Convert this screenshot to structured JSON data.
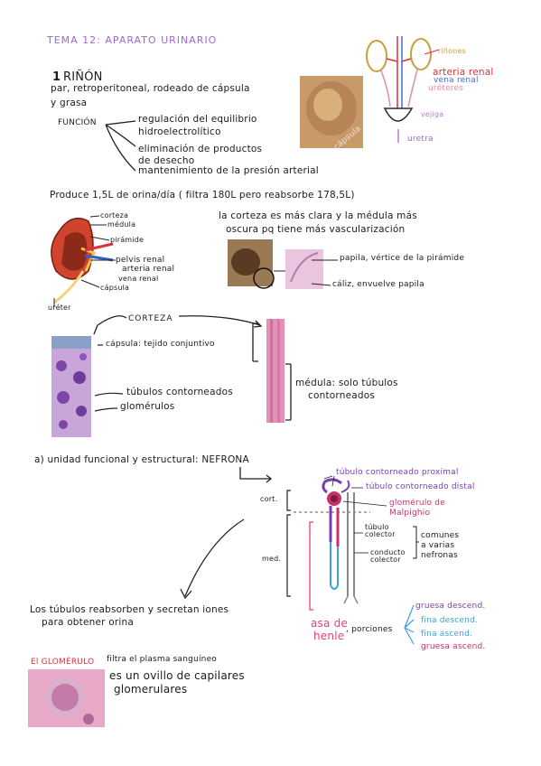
{
  "title": "TEMA 12: APARATO URINARIO",
  "section1": {
    "number": "1",
    "heading": "RIÑÓN",
    "bullet1_line1": "par, retroperitoneal, rodeado de cápsula",
    "bullet1_line2": "y grasa",
    "funcion_label": "FUNCIÓN",
    "func1_line1": "regulación del equilibrio",
    "func1_line2": "hidroelectrolítico",
    "func2_line1": "eliminación de productos",
    "func2_line2": "de desecho",
    "func3": "mantenimiento de la presión arterial",
    "produce": "Produce 1,5L de orina/día  ( filtra 180L pero reabsorbe 178,5L)"
  },
  "urinary_diagram": {
    "rinones": "riñones",
    "arteria_renal": "arteria renal",
    "vena_renal": "vena renal",
    "ureteres": "uréteres",
    "vejiga": "vejiga",
    "uretra": "uretra"
  },
  "kidney_diagram": {
    "corteza": "corteza",
    "medula": "médula",
    "piramide": "pirámide",
    "pelvis": "pelvis renal",
    "arteria": "arteria renal",
    "vena": "vena renal",
    "capsula": "cápsula",
    "ureter": "uréter"
  },
  "note_corteza_line1": "la corteza es más clara y la médula más",
  "note_corteza_line2": "oscura pq tiene más vascularización",
  "papila": "papila, vértice de la pirámide",
  "caliz": "cáliz, envuelve papila",
  "histo": {
    "corteza": "CORTEZA",
    "capsula": "cápsula: tejido conjuntivo",
    "tubulos": "túbulos contorneados",
    "glomerulos": "glomérulos",
    "medula_line1": "médula: solo túbulos",
    "medula_line2": "contorneados"
  },
  "nefrona": {
    "heading": "a) unidad funcional y estructural: NEFRONA",
    "cort": "cort.",
    "med": "med.",
    "tub_proximal": "túbulo contorneado proximal",
    "tub_distal": "túbulo contorneado distal",
    "glomerulo_line1": "glomérulo de",
    "glomerulo_line2": "Malpighio",
    "colector_line1": "túbulo",
    "colector_line2": "colector",
    "conducto_line1": "conducto",
    "conducto_line2": "colector",
    "comunes_line1": "comunes",
    "comunes_line2": "a varias",
    "comunes_line3": "nefronas",
    "asa_line1": "asa de",
    "asa_line2": "henle",
    "porciones": ", porciones",
    "gruesa_desc": "gruesa descend.",
    "fina_desc": "fina descend.",
    "fina_asc": "fina ascend.",
    "gruesa_asc": "gruesa ascend."
  },
  "tubulos_note_line1": "Los túbulos reabsorben y secretan iones",
  "tubulos_note_line2": "para obtener orina",
  "glomerulo_note": {
    "label": "El GLOMÉRULO",
    "text1": "filtra el plasma sanguíneo",
    "text2": "es un ovillo de capilares",
    "text3": "glomerulares"
  },
  "photo_caption": "cápsula"
}
